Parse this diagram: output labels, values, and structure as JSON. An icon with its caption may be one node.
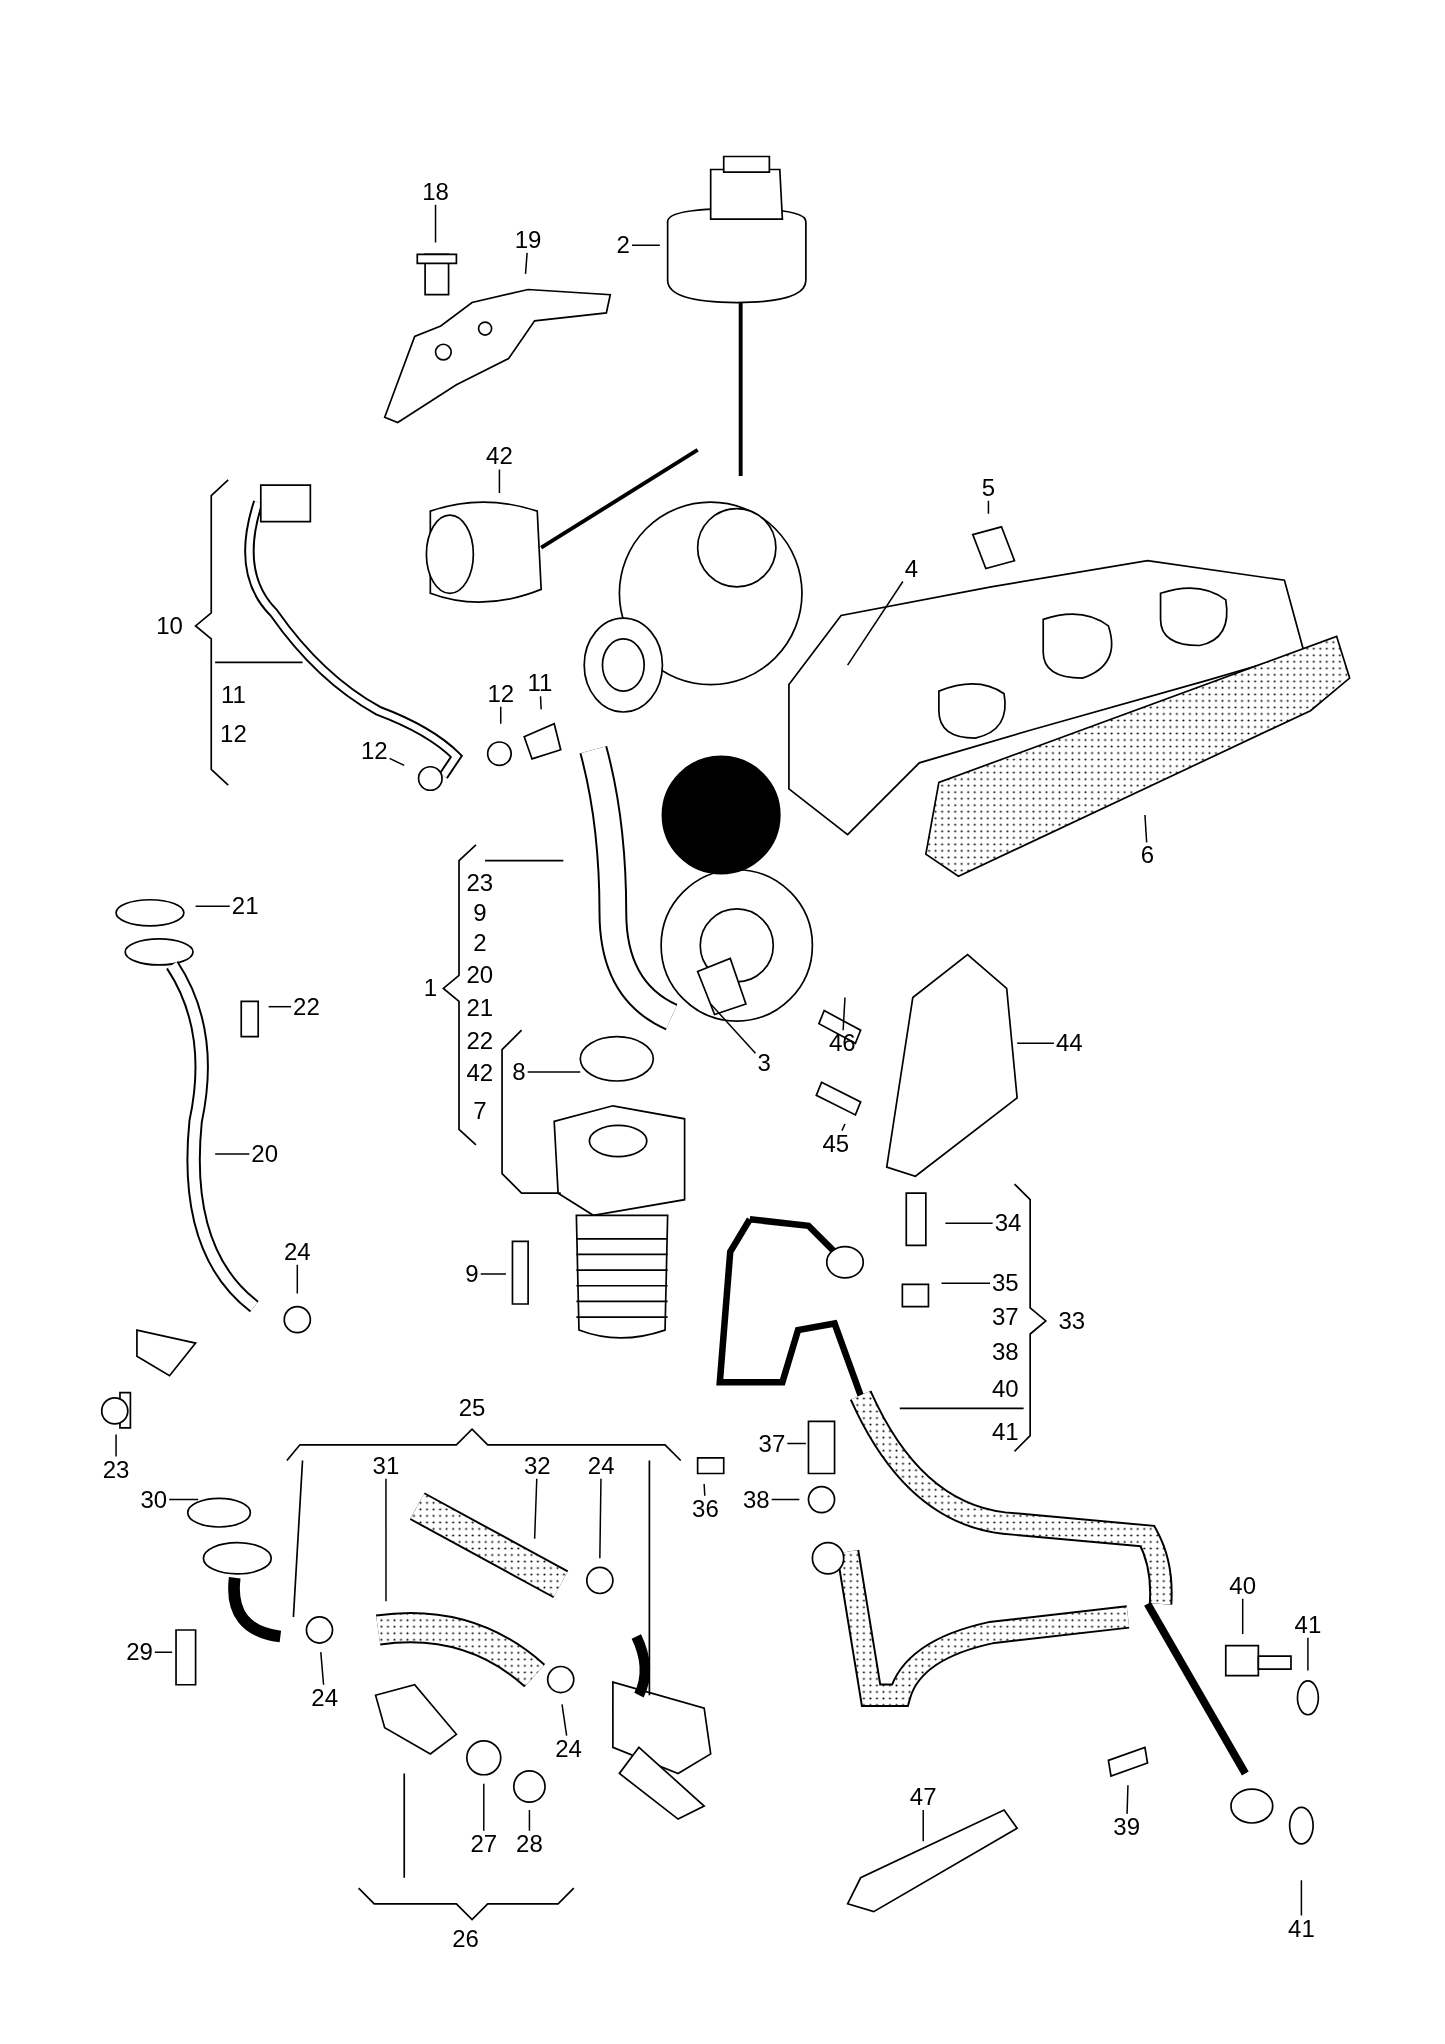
{
  "diagram": {
    "nodes": [
      {
        "text": [
          "18"
        ]
      },
      {
        "text": [
          "19"
        ]
      },
      {
        "text": [
          "2"
        ]
      },
      {
        "text": [
          "42"
        ]
      },
      {
        "text": [
          "5"
        ]
      },
      {
        "text": [
          "4"
        ]
      },
      {
        "text": [
          "11"
        ]
      },
      {
        "text": [
          "12"
        ]
      },
      {
        "text": [
          "12"
        ]
      },
      {
        "text": [
          "6"
        ]
      },
      {
        "text": [
          "21"
        ]
      },
      {
        "text": [
          "22"
        ]
      },
      {
        "text": [
          "3"
        ]
      },
      {
        "text": [
          "46"
        ]
      },
      {
        "text": [
          "44"
        ]
      },
      {
        "text": [
          "8"
        ]
      },
      {
        "text": [
          "45"
        ]
      },
      {
        "text": [
          "20"
        ]
      },
      {
        "text": [
          "34"
        ]
      },
      {
        "text": [
          "24"
        ]
      },
      {
        "text": [
          "9"
        ]
      },
      {
        "text": [
          "35"
        ]
      },
      {
        "text": [
          "37"
        ]
      },
      {
        "text": [
          "23"
        ]
      },
      {
        "text": [
          "31"
        ]
      },
      {
        "text": [
          "32"
        ]
      },
      {
        "text": [
          "24"
        ]
      },
      {
        "text": [
          "30"
        ]
      },
      {
        "text": [
          "38"
        ]
      },
      {
        "text": [
          "36"
        ]
      },
      {
        "text": [
          "40"
        ]
      },
      {
        "text": [
          "41"
        ]
      },
      {
        "text": [
          "29"
        ]
      },
      {
        "text": [
          "24"
        ]
      },
      {
        "text": [
          "24"
        ]
      },
      {
        "text": [
          "47"
        ]
      },
      {
        "text": [
          "39"
        ]
      },
      {
        "text": [
          "27"
        ]
      },
      {
        "text": [
          "28"
        ]
      },
      {
        "text": [
          "41"
        ]
      }
    ],
    "edges": [
      {
        "from": 0,
        "to": null,
        "arrow": "none"
      },
      {
        "from": 1,
        "to": null,
        "arrow": "none"
      },
      {
        "from": 2,
        "to": null,
        "arrow": "none"
      },
      {
        "from": 3,
        "to": null,
        "arrow": "none"
      },
      {
        "from": 4,
        "to": null,
        "arrow": "none"
      },
      {
        "from": 5,
        "to": null,
        "arrow": "none"
      },
      {
        "from": 6,
        "to": null,
        "arrow": "none"
      },
      {
        "from": 7,
        "to": null,
        "arrow": "none"
      },
      {
        "from": 8,
        "to": null,
        "arrow": "none"
      },
      {
        "from": 9,
        "to": null,
        "arrow": "none"
      },
      {
        "from": 10,
        "to": null,
        "arrow": "none"
      },
      {
        "from": 11,
        "to": null,
        "arrow": "none"
      },
      {
        "from": 12,
        "to": null,
        "arrow": "none"
      },
      {
        "from": 13,
        "to": null,
        "arrow": "none"
      },
      {
        "from": 14,
        "to": null,
        "arrow": "none"
      },
      {
        "from": 15,
        "to": null,
        "arrow": "none"
      },
      {
        "from": 16,
        "to": null,
        "arrow": "none"
      },
      {
        "from": 17,
        "to": null,
        "arrow": "none"
      },
      {
        "from": 18,
        "to": null,
        "arrow": "none"
      },
      {
        "from": 19,
        "to": null,
        "arrow": "none"
      },
      {
        "from": 20,
        "to": null,
        "arrow": "none"
      },
      {
        "from": 21,
        "to": null,
        "arrow": "none"
      },
      {
        "from": 22,
        "to": null,
        "arrow": "none"
      },
      {
        "from": 23,
        "to": null,
        "arrow": "none"
      },
      {
        "from": 24,
        "to": null,
        "arrow": "none"
      },
      {
        "from": 25,
        "to": null,
        "arrow": "none"
      },
      {
        "from": 26,
        "to": null,
        "arrow": "none"
      },
      {
        "from": 27,
        "to": null,
        "arrow": "none"
      },
      {
        "from": 28,
        "to": null,
        "arrow": "none"
      },
      {
        "from": 29,
        "to": null,
        "arrow": "none"
      },
      {
        "from": 30,
        "to": null,
        "arrow": "none"
      },
      {
        "from": 31,
        "to": null,
        "arrow": "none"
      },
      {
        "from": 32,
        "to": null,
        "arrow": "none"
      },
      {
        "from": 33,
        "to": null,
        "arrow": "none"
      },
      {
        "from": 34,
        "to": null,
        "arrow": "none"
      },
      {
        "from": 35,
        "to": null,
        "arrow": "none"
      },
      {
        "from": 36,
        "to": null,
        "arrow": "none"
      },
      {
        "from": 37,
        "to": null,
        "arrow": "none"
      },
      {
        "from": 38,
        "to": null,
        "arrow": "none"
      },
      {
        "from": 39,
        "to": null,
        "arrow": "none"
      }
    ],
    "labels": [
      "10",
      "11",
      "12",
      "1",
      "23",
      "9",
      "2",
      "20",
      "21",
      "22",
      "42",
      "7",
      "33",
      "37",
      "38",
      "40",
      "41",
      "25",
      "26"
    ]
  }
}
